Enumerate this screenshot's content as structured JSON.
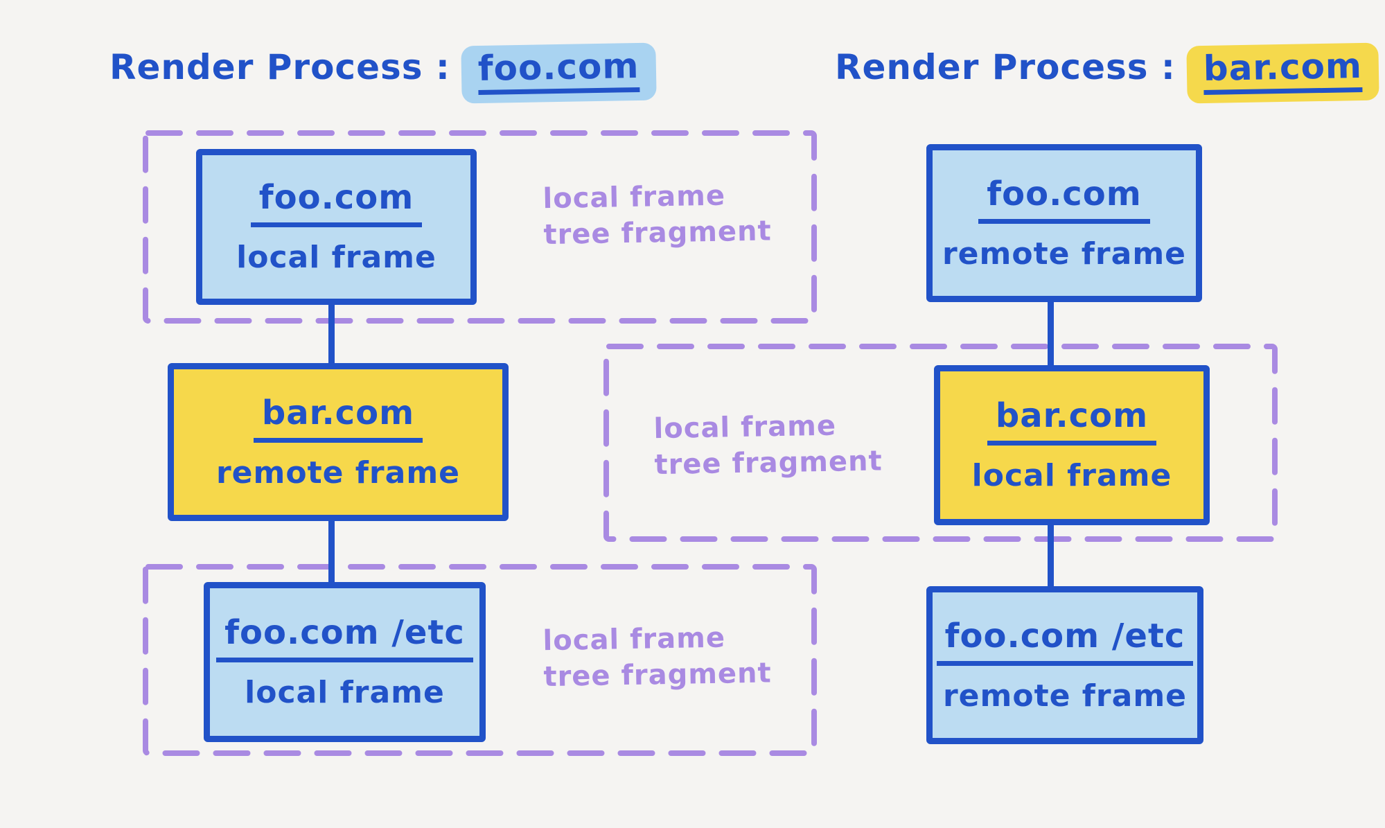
{
  "colors": {
    "background": "#f5f4f2",
    "ink_blue": "#2152c8",
    "light_blue_fill": "#bcdcf2",
    "highlight_blue": "#a9d3f1",
    "yellow_fill": "#f6d84b",
    "purple": "#a98ae2"
  },
  "left_process": {
    "title": {
      "prefix": "Render Process :",
      "domain": "foo.com"
    },
    "nodes": [
      {
        "domain": "foo.com",
        "frame": "local frame"
      },
      {
        "domain": "bar.com",
        "frame": "remote frame"
      },
      {
        "domain": "foo.com /etc",
        "frame": "local frame"
      }
    ],
    "fragment_labels": [
      "local frame\ntree fragment",
      "local frame\ntree fragment"
    ]
  },
  "right_process": {
    "title": {
      "prefix": "Render Process :",
      "domain": "bar.com"
    },
    "nodes": [
      {
        "domain": "foo.com",
        "frame": "remote frame"
      },
      {
        "domain": "bar.com",
        "frame": "local frame"
      },
      {
        "domain": "foo.com /etc",
        "frame": "remote frame"
      }
    ],
    "fragment_labels": [
      "local frame\ntree fragment"
    ]
  }
}
